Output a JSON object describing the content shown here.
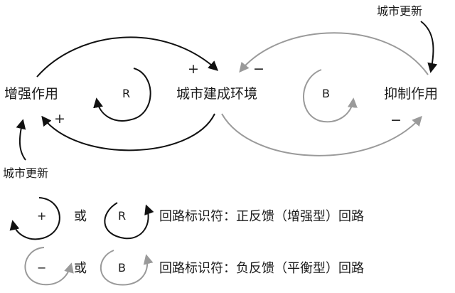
{
  "nodes": {
    "left": "增强作用",
    "center": "城市建成环境",
    "right": "抑制作用"
  },
  "external_inputs": {
    "top_right": "城市更新",
    "bottom_left": "城市更新"
  },
  "signs": {
    "top_left_arc": "+",
    "bottom_left_arc": "+",
    "top_right_arc": "−",
    "bottom_right_arc": "−"
  },
  "loops": {
    "reinforcing": "R",
    "balancing": "B"
  },
  "legend": [
    {
      "symbol_a": "+",
      "connector": "或",
      "symbol_b": "R",
      "text": "回路标识符：正反馈（增强型）回路"
    },
    {
      "symbol_a": "−",
      "connector": "或",
      "symbol_b": "B",
      "text": "回路标识符：负反馈（平衡型）回路"
    }
  ],
  "colors": {
    "reinforcing_stroke": "#111111",
    "balancing_stroke": "#9a9a9a",
    "text": "#1a1a1a"
  },
  "icons": {
    "loop_arrow": "circular-arrow-icon"
  }
}
